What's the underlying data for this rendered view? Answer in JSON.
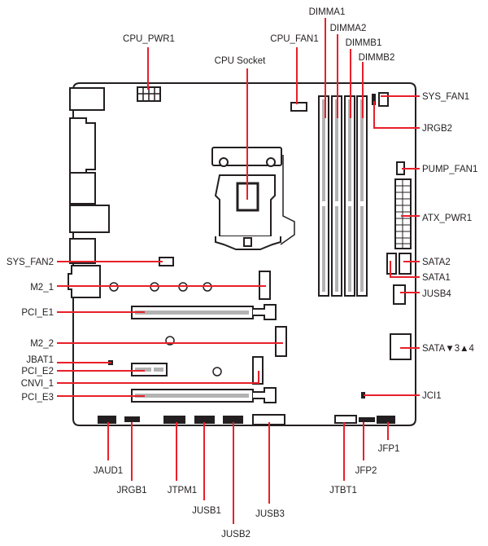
{
  "colors": {
    "leader_line": "#e8202a",
    "outline": "#231f20",
    "slot_fill": "#b3b3b3"
  },
  "labels": {
    "cpu_pwr1": "CPU_PWR1",
    "cpu_socket": "CPU Socket",
    "cpu_fan1": "CPU_FAN1",
    "dimma1": "DIMMA1",
    "dimma2": "DIMMA2",
    "dimmb1": "DIMMB1",
    "dimmb2": "DIMMB2",
    "sys_fan1": "SYS_FAN1",
    "jrgb2": "JRGB2",
    "pump_fan1": "PUMP_FAN1",
    "atx_pwr1": "ATX_PWR1",
    "sata2": "SATA2",
    "sata1": "SATA1",
    "jusb4": "JUSB4",
    "sata34": "SATA▼3▲4",
    "jci1": "JCI1",
    "sys_fan2": "SYS_FAN2",
    "m2_1": "M2_1",
    "pci_e1": "PCI_E1",
    "m2_2": "M2_2",
    "jbat1": "JBAT1",
    "pci_e2": "PCI_E2",
    "cnvi_1": "CNVI_1",
    "pci_e3": "PCI_E3",
    "jaud1": "JAUD1",
    "jrgb1": "JRGB1",
    "jtpm1": "JTPM1",
    "jusb1": "JUSB1",
    "jusb2": "JUSB2",
    "jusb3": "JUSB3",
    "jtbt1": "JTBT1",
    "jfp2": "JFP2",
    "jfp1": "JFP1"
  }
}
